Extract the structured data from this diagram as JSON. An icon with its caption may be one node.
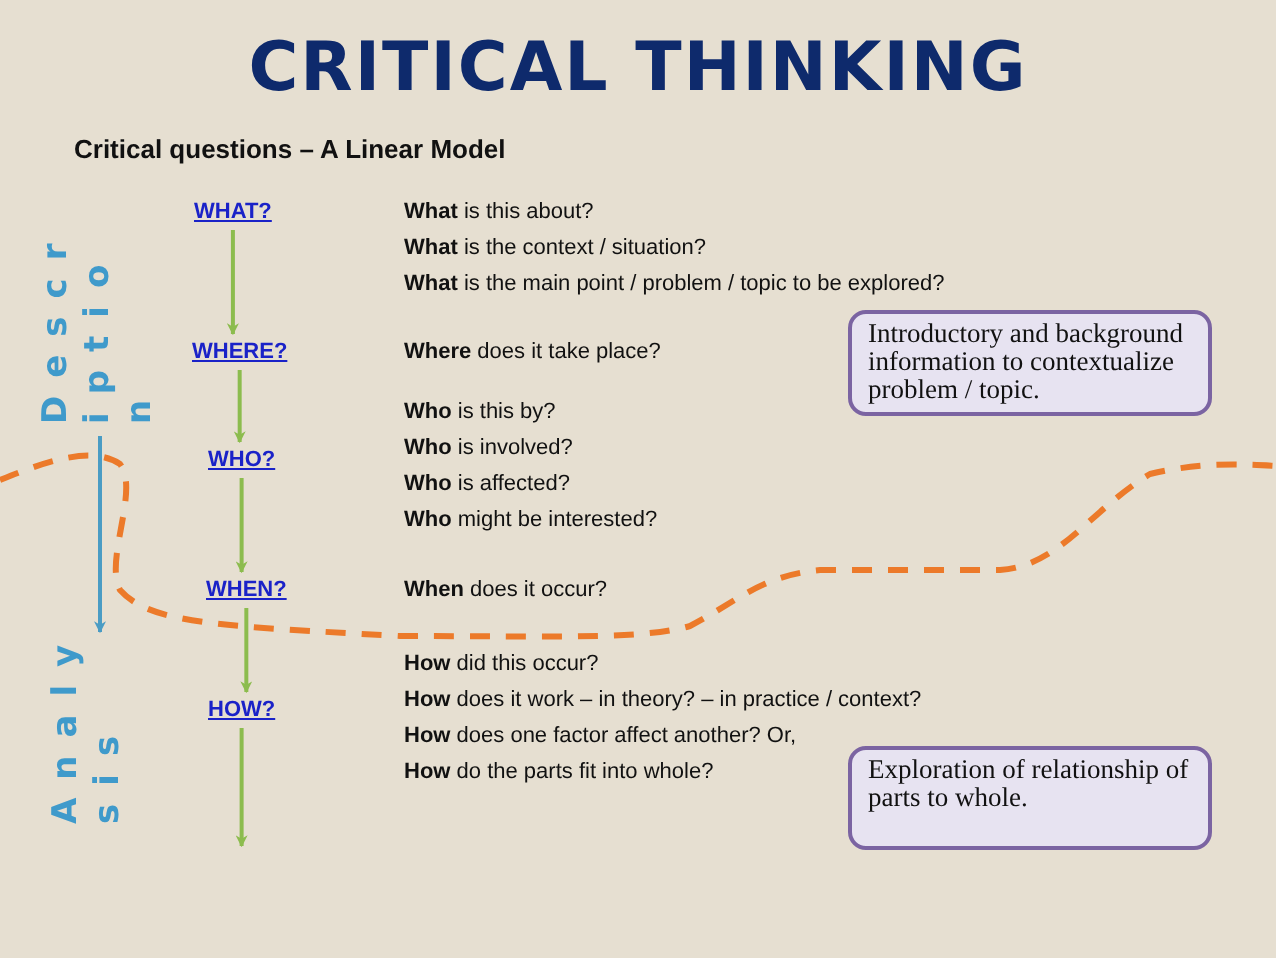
{
  "diagram": {
    "title": "CRITICAL THINKING",
    "nodes": [
      {
        "text": [
          "WHAT?"
        ]
      },
      {
        "text": [
          "WHERE?"
        ]
      },
      {
        "text": [
          "WHO?"
        ]
      },
      {
        "text": [
          "WHEN?"
        ]
      },
      {
        "text": [
          "HOW?"
        ]
      },
      {
        "text": [
          "Description"
        ]
      },
      {
        "text": [
          "Analysis"
        ]
      },
      {
        "text": [
          "Introductory and background information to contextualize problem / topic."
        ]
      },
      {
        "text": [
          "Exploration of relationship of parts to whole."
        ]
      }
    ],
    "edges": [
      {
        "from": 0,
        "to": 1,
        "arrow": "to"
      },
      {
        "from": 1,
        "to": 2,
        "arrow": "to"
      },
      {
        "from": 2,
        "to": 3,
        "arrow": "to"
      },
      {
        "from": 3,
        "to": 4,
        "arrow": "to"
      },
      {
        "from": 4,
        "to": null,
        "arrow": "to"
      },
      {
        "from": 5,
        "to": 6,
        "arrow": "to",
        "color": "#4a9cc4"
      }
    ],
    "labels": [
      "Critical questions – A Linear Model",
      "**What** is this about?",
      "**What** is the context / situation?",
      "**What** is the main point / problem / topic to be explored?",
      "**Where**  does it take place?",
      "**Who** is this by?",
      "**Who** is involved?",
      "**Who** is affected?",
      "**Who** might be interested?",
      "**When**  does it occur?",
      "**How** did this occur?",
      "**How** does it work – in theory? – in practice / context?",
      "**How** does one factor affect another? Or,",
      "**How** do the parts fit into whole?"
    ]
  }
}
